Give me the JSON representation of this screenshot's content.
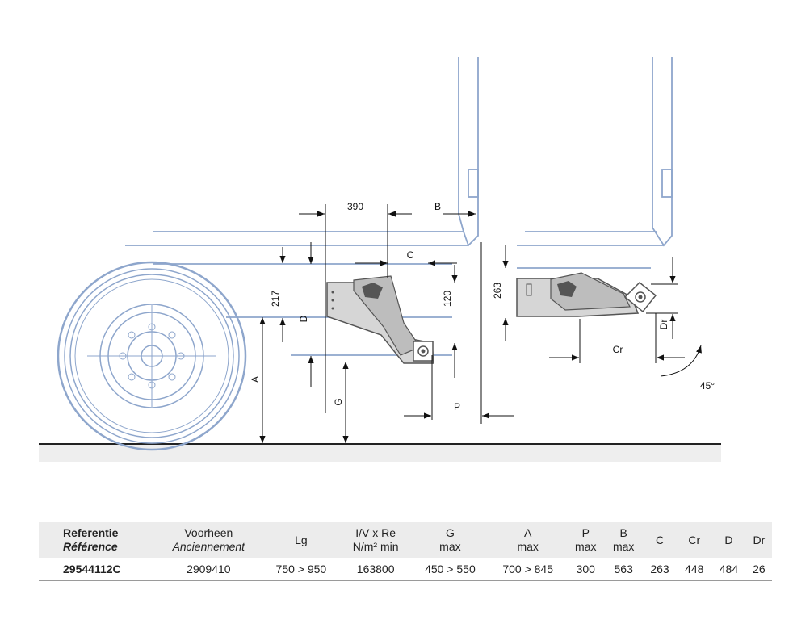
{
  "diagram": {
    "colors": {
      "structure": "#8ea6cc",
      "dimension": "#111111",
      "ground": "#222222",
      "bracket": "#cccccc"
    },
    "labels": {
      "d390": "390",
      "B": "B",
      "C": "C",
      "d217": "217",
      "D": "D",
      "d120": "120",
      "A": "A",
      "G": "G",
      "P": "P",
      "d263": "263",
      "Cr": "Cr",
      "Dr": "Dr",
      "angle": "45°"
    }
  },
  "table": {
    "headers": [
      {
        "l1": "Referentie",
        "l2": "Référence"
      },
      {
        "l1": "Voorheen",
        "l2": "Anciennement"
      },
      {
        "l1": "Lg",
        "l2": ""
      },
      {
        "l1": "I/V x Re",
        "l2": "N/m² min"
      },
      {
        "l1": "G",
        "l2": "max"
      },
      {
        "l1": "A",
        "l2": "max"
      },
      {
        "l1": "P",
        "l2": "max"
      },
      {
        "l1": "B",
        "l2": "max"
      },
      {
        "l1": "C",
        "l2": ""
      },
      {
        "l1": "Cr",
        "l2": ""
      },
      {
        "l1": "D",
        "l2": ""
      },
      {
        "l1": "Dr",
        "l2": ""
      }
    ],
    "row": [
      "29544112C",
      "2909410",
      "750 > 950",
      "163800",
      "450 > 550",
      "700 > 845",
      "300",
      "563",
      "263",
      "448",
      "484",
      "26"
    ]
  }
}
